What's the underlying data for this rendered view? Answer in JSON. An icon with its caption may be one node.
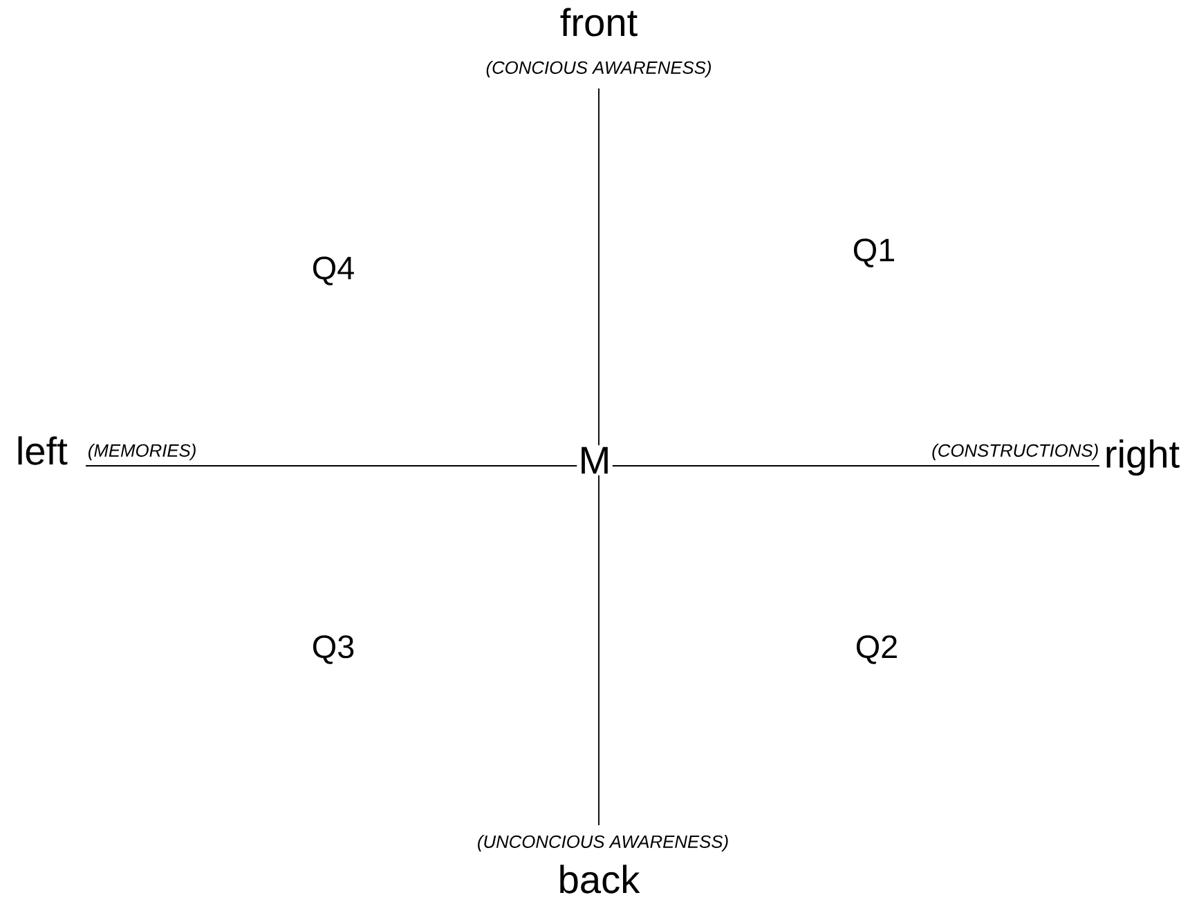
{
  "diagram": {
    "labels": [
      "front",
      "(CONCIOUS AWARENESS)",
      "Q4",
      "Q1",
      "left",
      "(MEMORIES)",
      "M",
      "(CONSTRUCTIONS)",
      "right",
      "Q3",
      "Q2",
      "(UNCONCIOUS AWARENESS)",
      "back"
    ]
  }
}
